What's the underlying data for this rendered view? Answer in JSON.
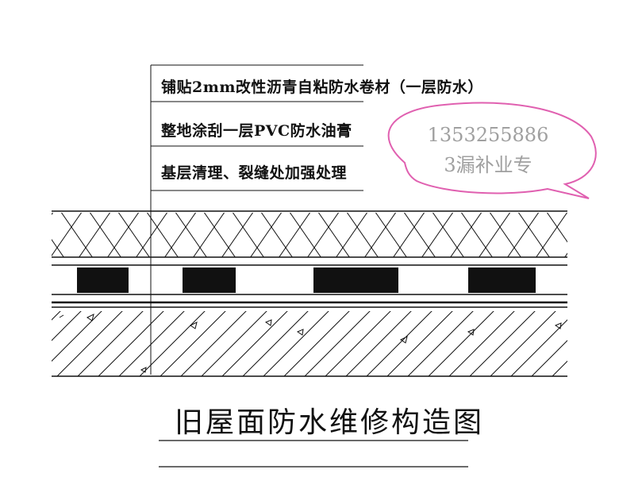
{
  "layers": [
    {
      "label": "铺贴2mm改性沥青自粘防水卷材（一层防水）"
    },
    {
      "label": "整地涂刮一层PVC防水油膏"
    },
    {
      "label": "基层清理、裂缝处加强处理"
    }
  ],
  "callout": {
    "line1": "1353255886",
    "line2": "3漏补业专",
    "border_color": "#e060b0"
  },
  "title": "旧屋面防水维修构造图",
  "colors": {
    "ink": "#111111",
    "bubble_fill": "#ffffff"
  }
}
